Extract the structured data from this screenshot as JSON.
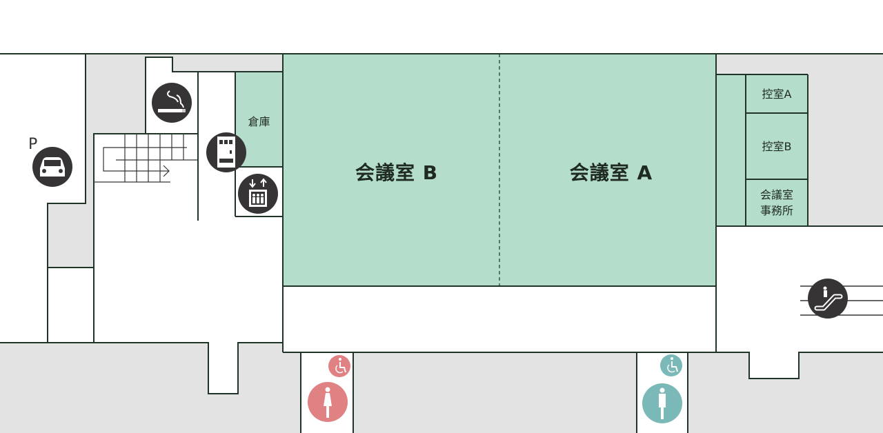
{
  "map": {
    "colors": {
      "wall": "#1f3326",
      "room_green": "#b5ddcb",
      "corridor_gray": "#e3e3e3",
      "floor_white": "#ffffff",
      "icon_dark": "#373435",
      "female_toilet": "#e08184",
      "male_toilet": "#7bb8b8"
    },
    "rooms": {
      "conference_b": "会議室 B",
      "conference_a": "会議室 A",
      "storage": "倉庫",
      "waiting_a": "控室A",
      "waiting_b": "控室B",
      "office_line1": "会議室",
      "office_line2": "事務所"
    },
    "parking_letter": "P",
    "icons": [
      "parking-car-icon",
      "smoking-area-icon",
      "vending-machine-icon",
      "elevator-icon",
      "escalator-icon",
      "wheelchair-accessible-icon",
      "female-toilet-icon",
      "male-toilet-icon"
    ]
  }
}
